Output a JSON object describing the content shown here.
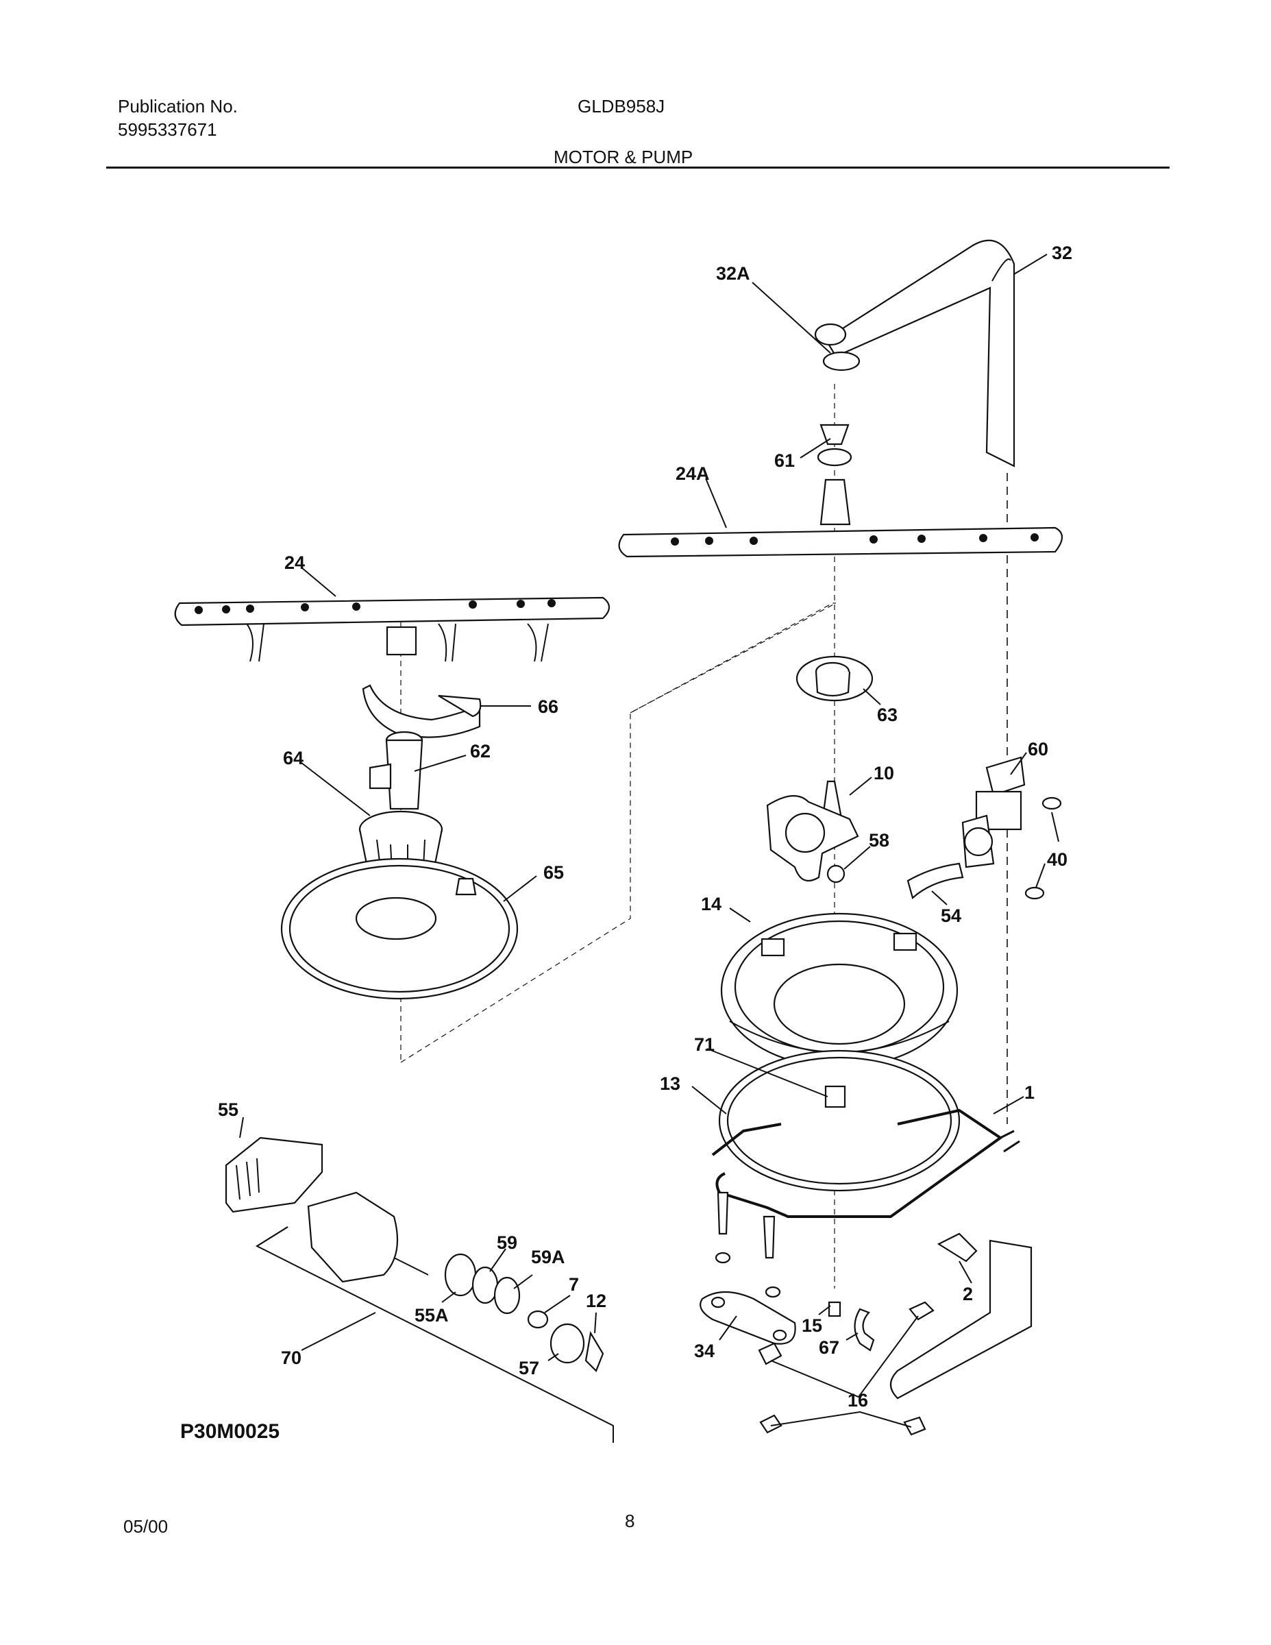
{
  "header": {
    "publication_label": "Publication No.",
    "publication_number": "5995337671",
    "model": "GLDB958J",
    "section_title": "MOTOR & PUMP"
  },
  "diagram": {
    "code": "P30M0025",
    "part_labels": [
      "32A",
      "32",
      "61",
      "24A",
      "24",
      "66",
      "62",
      "64",
      "65",
      "63",
      "10",
      "60",
      "58",
      "40",
      "54",
      "14",
      "71",
      "13",
      "1",
      "55",
      "59",
      "59A",
      "7",
      "12",
      "55A",
      "57",
      "70",
      "34",
      "15",
      "67",
      "2",
      "16"
    ]
  },
  "footer": {
    "date": "05/00",
    "page_number": "8"
  }
}
